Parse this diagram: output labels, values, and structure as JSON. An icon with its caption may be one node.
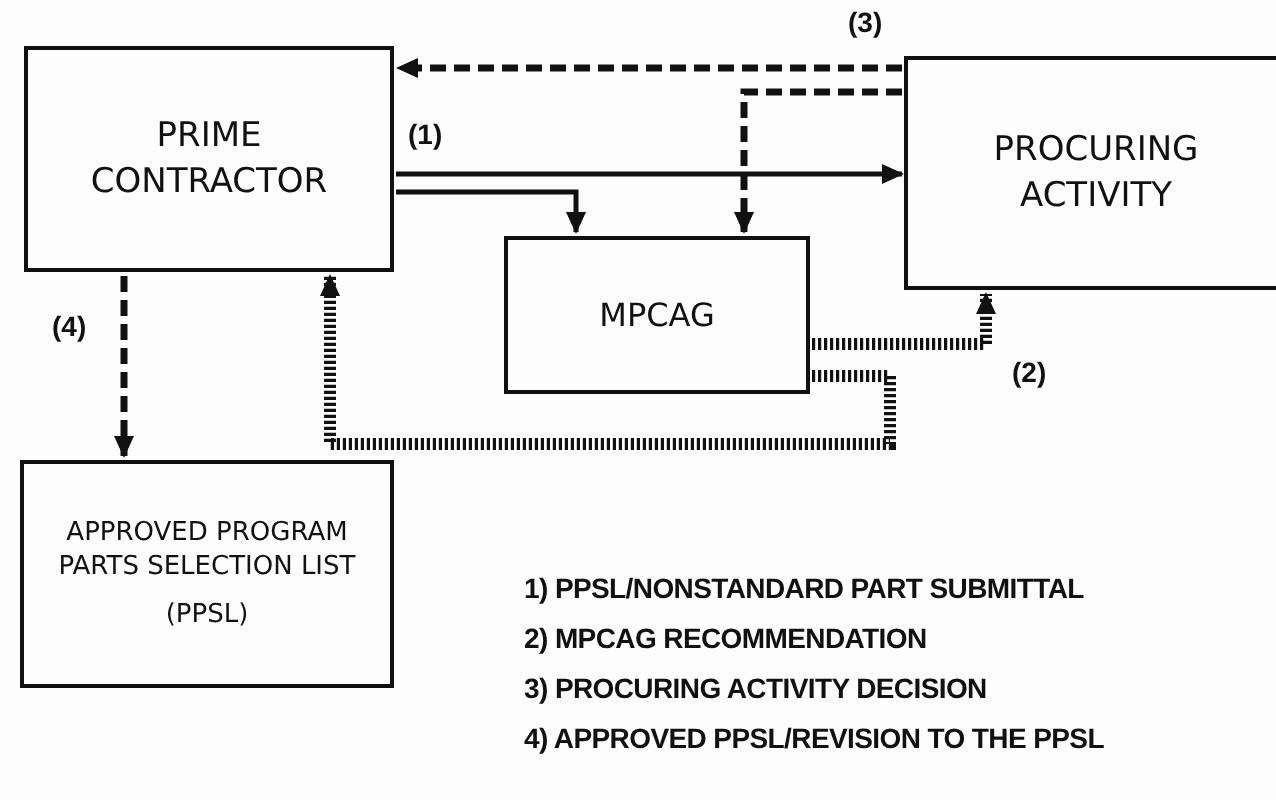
{
  "diagram": {
    "nodes": [
      {
        "text": [
          "PRIME CONTRACTOR"
        ]
      },
      {
        "text": [
          "PROCURING ACTIVITY"
        ]
      },
      {
        "text": [
          "MPCAG"
        ]
      },
      {
        "text": [
          "APPROVED PROGRAM PARTS SELECTION LIST",
          "(PPSL)"
        ]
      }
    ],
    "edges": [
      {
        "from": 0,
        "to": 1,
        "arrow": "to",
        "label": "(1)"
      },
      {
        "from": 0,
        "to": 2,
        "arrow": "to"
      },
      {
        "from": 1,
        "to": 0,
        "arrow": "to",
        "style": "dashed",
        "label": "(3)"
      },
      {
        "from": 1,
        "to": 2,
        "arrow": "to",
        "style": "dashed"
      },
      {
        "from": 2,
        "to": 1,
        "arrow": "to",
        "style": "dashed",
        "label": "(2)"
      },
      {
        "from": 2,
        "to": 0,
        "arrow": "to",
        "style": "dashed"
      },
      {
        "from": 0,
        "to": 3,
        "arrow": "to",
        "style": "dashed",
        "label": "(4)"
      }
    ],
    "labels": [
      "1) PPSL/NONSTANDARD PART SUBMITTAL",
      "2) MPCAG RECOMMENDATION",
      "3) PROCURING ACTIVITY DECISION",
      "4) APPROVED PPSL/REVISION TO THE PPSL"
    ]
  }
}
